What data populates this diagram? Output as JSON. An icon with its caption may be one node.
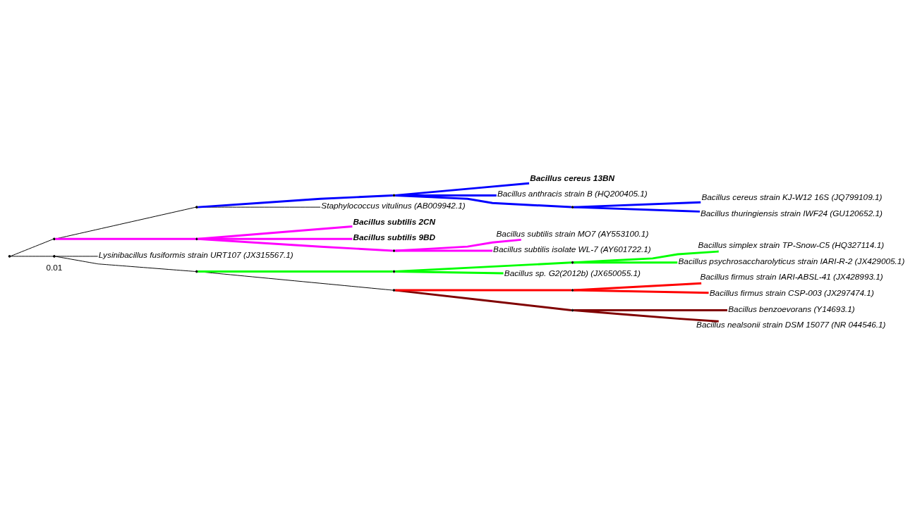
{
  "diagram": {
    "nodes": [
      {
        "text": [
          "Bacillus cereus 13BN"
        ]
      },
      {
        "text": [
          "Bacillus anthracis strain B (HQ200405.1)"
        ]
      },
      {
        "text": [
          "Bacillus cereus strain KJ-W12 16S (JQ799109.1)"
        ]
      },
      {
        "text": [
          "Bacillus thuringiensis strain IWF24 (GU120652.1)"
        ]
      },
      {
        "text": [
          "Staphylococcus vitulinus (AB009942.1)"
        ]
      },
      {
        "text": [
          "Bacillus subtilis 2CN"
        ]
      },
      {
        "text": [
          "Bacillus subtilis 9BD"
        ]
      },
      {
        "text": [
          "Bacillus subtilis strain MO7 (AY553100.1)"
        ]
      },
      {
        "text": [
          "Bacillus subtilis isolate WL-7 (AY601722.1)"
        ]
      },
      {
        "text": [
          "Lysinibacillus fusiformis strain URT107 (JX315567.1)"
        ]
      },
      {
        "text": [
          "Bacillus simplex strain TP-Snow-C5 (HQ327114.1)"
        ]
      },
      {
        "text": [
          "Bacillus psychrosaccharolyticus strain IARI-R-2 (JX429005.1)"
        ]
      },
      {
        "text": [
          "Bacillus sp. G2(2012b) (JX650055.1)"
        ]
      },
      {
        "text": [
          "Bacillus firmus strain IARI-ABSL-41 (JX428993.1)"
        ]
      },
      {
        "text": [
          "Bacillus firmus strain CSP-003 (JX297474.1)"
        ]
      },
      {
        "text": [
          "Bacillus benzoevorans (Y14693.1)"
        ]
      },
      {
        "text": [
          "Bacillus nealsonii strain DSM 15077 (NR 044546.1)"
        ]
      },
      {
        "text": [],
        "shape": "point"
      },
      {
        "text": [],
        "shape": "point"
      },
      {
        "text": [],
        "shape": "point"
      },
      {
        "text": [],
        "shape": "point"
      },
      {
        "text": [],
        "shape": "point"
      },
      {
        "text": [],
        "shape": "point"
      },
      {
        "text": [],
        "shape": "point"
      },
      {
        "text": [],
        "shape": "point"
      },
      {
        "text": [],
        "shape": "point"
      },
      {
        "text": [],
        "shape": "point"
      },
      {
        "text": [],
        "shape": "point"
      },
      {
        "text": [],
        "shape": "point"
      },
      {
        "text": [],
        "shape": "point"
      },
      {
        "text": [],
        "shape": "point"
      }
    ],
    "edges": [
      {
        "from": 17,
        "to": 19,
        "arrow": "none"
      },
      {
        "from": 17,
        "to": 18,
        "arrow": "none"
      },
      {
        "from": 19,
        "to": 21,
        "arrow": "none"
      },
      {
        "from": 19,
        "to": 27,
        "arrow": "none",
        "color": "#ff00ff"
      },
      {
        "from": 21,
        "to": 29,
        "arrow": "none",
        "color": "#0000ff"
      },
      {
        "from": 21,
        "to": 4,
        "arrow": "none"
      },
      {
        "from": 29,
        "to": 0,
        "arrow": "none",
        "color": "#0000ff"
      },
      {
        "from": 29,
        "to": 1,
        "arrow": "none",
        "color": "#0000ff"
      },
      {
        "from": 29,
        "to": 30,
        "arrow": "none",
        "color": "#0000ff"
      },
      {
        "from": 30,
        "to": 2,
        "arrow": "none",
        "color": "#0000ff"
      },
      {
        "from": 30,
        "to": 3,
        "arrow": "none",
        "color": "#0000ff"
      },
      {
        "from": 27,
        "to": 5,
        "arrow": "none",
        "color": "#ff00ff"
      },
      {
        "from": 27,
        "to": 6,
        "arrow": "none",
        "color": "#ff00ff"
      },
      {
        "from": 27,
        "to": 28,
        "arrow": "none",
        "color": "#ff00ff"
      },
      {
        "from": 28,
        "to": 7,
        "arrow": "none",
        "color": "#ff00ff"
      },
      {
        "from": 28,
        "to": 8,
        "arrow": "none",
        "color": "#ff00ff"
      },
      {
        "from": 18,
        "to": 9,
        "arrow": "none"
      },
      {
        "from": 18,
        "to": 20,
        "arrow": "none"
      },
      {
        "from": 20,
        "to": 25,
        "arrow": "none",
        "color": "#00ff00"
      },
      {
        "from": 20,
        "to": 22,
        "arrow": "none"
      },
      {
        "from": 25,
        "to": 26,
        "arrow": "none",
        "color": "#00ff00"
      },
      {
        "from": 25,
        "to": 12,
        "arrow": "none",
        "color": "#00ff00"
      },
      {
        "from": 26,
        "to": 10,
        "arrow": "none",
        "color": "#00ff00"
      },
      {
        "from": 26,
        "to": 11,
        "arrow": "none",
        "color": "#00ff00"
      },
      {
        "from": 22,
        "to": 24,
        "arrow": "none",
        "color": "#ff0000"
      },
      {
        "from": 22,
        "to": 23,
        "arrow": "none",
        "color": "#800000"
      },
      {
        "from": 24,
        "to": 13,
        "arrow": "none",
        "color": "#ff0000"
      },
      {
        "from": 24,
        "to": 14,
        "arrow": "none",
        "color": "#ff0000"
      },
      {
        "from": 23,
        "to": 15,
        "arrow": "none",
        "color": "#800000"
      },
      {
        "from": 23,
        "to": 16,
        "arrow": "none",
        "color": "#800000"
      }
    ],
    "labels": [
      "0.01"
    ]
  }
}
